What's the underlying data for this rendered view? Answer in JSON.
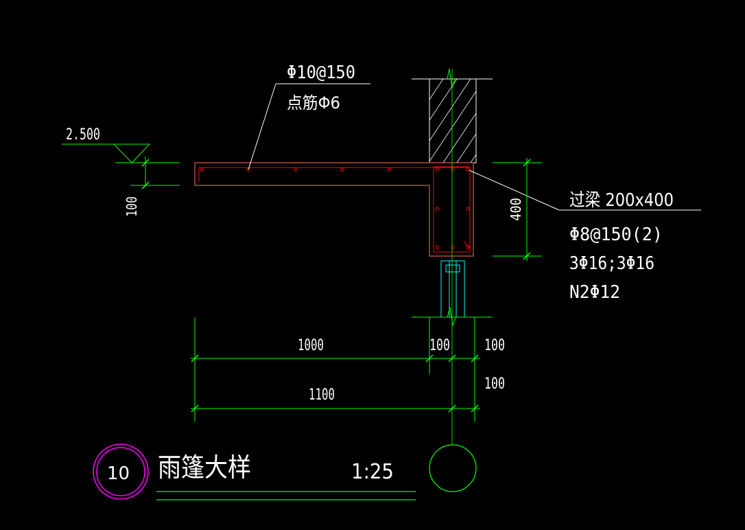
{
  "colors": {
    "background": "#000000",
    "dimension": "#00ff00",
    "concrete_outline": "#ff6f6f",
    "rebar": "#ff0000",
    "wall": "#ffffff",
    "window": "#00ffff",
    "title_circle": "#ff00ff",
    "text": "#ffffff"
  },
  "annotations": {
    "slab_rebar": "Φ10@150",
    "slab_distribution": "点筋Φ6",
    "beam_title": "过梁 200x400",
    "beam_stirrup": "Φ8@150(2)",
    "beam_main": "3Φ16;3Φ16",
    "beam_side": "N2Φ12"
  },
  "elevation": {
    "value": "2.500",
    "thickness": "100"
  },
  "dimensions": {
    "beam_height": "400",
    "slab_length": "1000",
    "wall_left": "100",
    "wall_right": "100",
    "right_extra": "100",
    "total": "1100"
  },
  "title_block": {
    "number": "10",
    "title": "雨篷大样",
    "scale": "1:25"
  }
}
